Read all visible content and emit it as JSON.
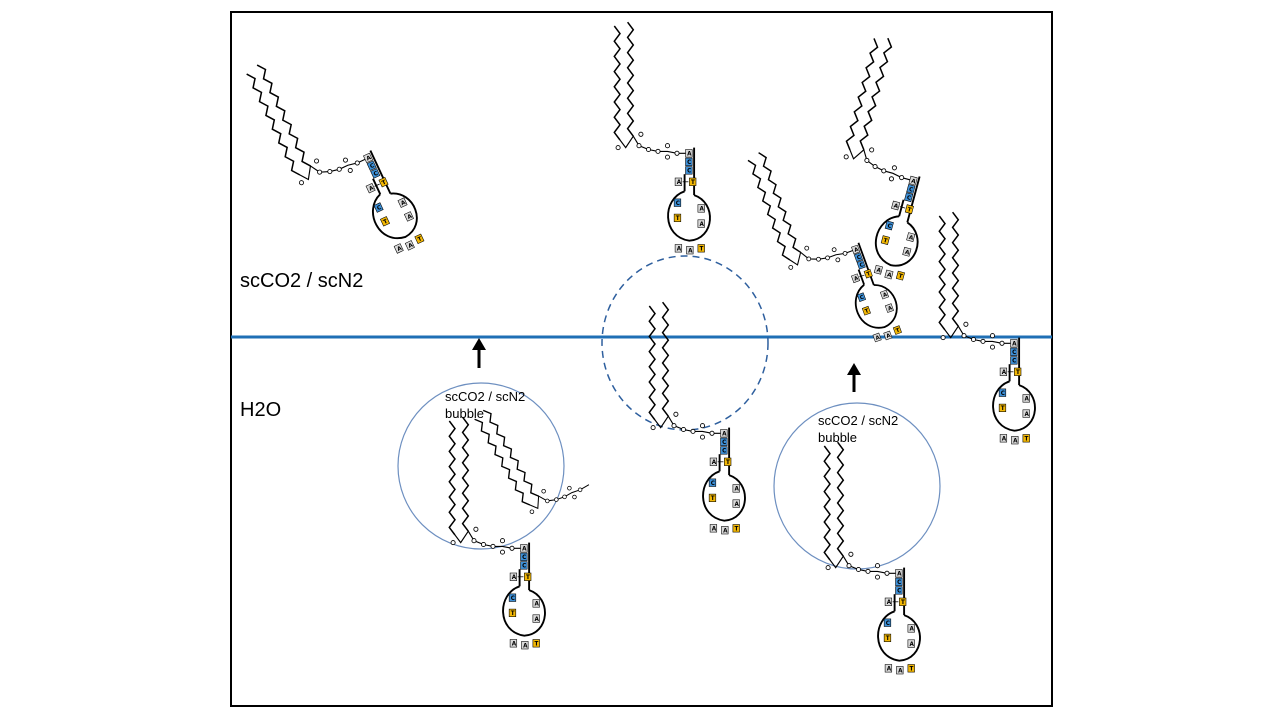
{
  "phases": {
    "upper_label": "scCO2 / scN2",
    "lower_label": "H2O"
  },
  "bubble_label": {
    "line1": "scCO2 / scN2",
    "line2": "bubble"
  },
  "hairpin_bases": {
    "stem_left": [
      "A",
      "C",
      "C",
      "A"
    ],
    "pair_left": "A",
    "pair_right": "T",
    "loop_left": [
      "C",
      "T"
    ],
    "loop_right": [
      "A",
      "A"
    ],
    "loop_bottom": [
      "A",
      "A",
      "T"
    ]
  },
  "colors": {
    "interface_line": "#1f6fb5",
    "bubble_outline": "#6d8fc0",
    "dashed_bubble": "#2e5f9e",
    "base_c": "#3d8fd6",
    "base_t": "#f2b705",
    "base_a": "#d9d9d9"
  }
}
